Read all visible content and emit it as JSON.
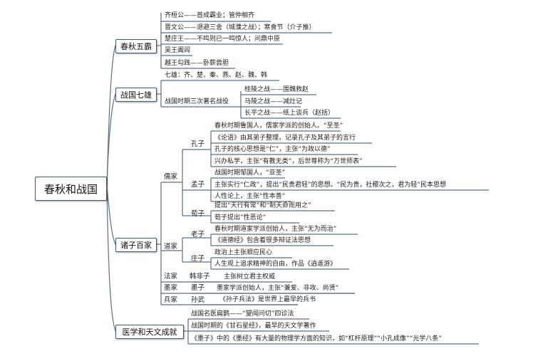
{
  "root": "春秋和战国",
  "branches": {
    "chunqiu": {
      "label": "春秋五霸",
      "items": [
        "齐桓公——首成霸业；管仲相齐",
        "晋文公——退避三舍（城濮之战）；寒食节（介子推）",
        "楚庄王——不鸣则已一鸣惊人；问鼎中原",
        "吴王阖闾",
        "越王勾践——卧薪尝胆"
      ]
    },
    "zhanguo": {
      "label": "战国七雄",
      "states": "七雄：齐、楚、秦、燕、赵、魏、韩",
      "battles_label": "战国时期三次著名战役",
      "battles": [
        "桂陵之战——围魏救赵",
        "马陵之战——减灶记",
        "长平之战——纸上谈兵（赵括）"
      ]
    },
    "zhuzi": {
      "label": "诸子百家",
      "rujia": {
        "label": "儒家",
        "kongzi": {
          "label": "孔子",
          "items": [
            "春秋时期鲁国人，儒家学派的创始人。“至圣”",
            "《论语》由其弟子整理，记录孔子及其弟子的言行",
            "孔子的核心思想是“仁”，主张“为政以德”",
            "兴办私学，主张“有教无类”，后世尊称为“万世师表”"
          ]
        },
        "mengzi": {
          "label": "孟子",
          "items": [
            "战国时期邹国人，“亚圣”",
            "主张实行“仁政”，提出“民贵君轻”的思想。“民为贵，社稷次之，君为轻”民本思想",
            "人性论上，主张“性本善”"
          ]
        },
        "xunzi": {
          "label": "荀子",
          "items": [
            "提出“天行有常”和“制天命而用之”",
            "荀子提出”性恶论“"
          ]
        }
      },
      "daojia": {
        "label": "道家",
        "laozi": {
          "label": "老子",
          "items": [
            "春秋时期道家学派创始人，主张“无为而治”",
            "《道德经》包含着很多辩证法思想"
          ]
        },
        "zhuangzi": {
          "label": "庄子",
          "items": [
            "政治上主张顺应民心",
            "人生观上追求精神的自由，作品《逍遥游》"
          ]
        }
      },
      "fajia": {
        "label": "法家",
        "person": "韩非子",
        "item": "主张树立君主权威"
      },
      "mojia": {
        "label": "墨家",
        "person": "墨子",
        "item": "墨家学派创始人，主张“兼爱、非攻、尚贤”"
      },
      "bingjia": {
        "label": "兵家",
        "person": "孙武",
        "item": "《孙子兵法》是世界上最早的兵书"
      }
    },
    "yixue": {
      "label": "医学和天文成就",
      "items": [
        "战国名医扁鹊——“望闻问切”四诊法",
        "战国时期的《甘石星经》，最早的天文学著作",
        "《墨子》中的《墨经》有大量的物理学方面的知识，如“杠杆原理”“小孔成像”“光学八条”"
      ]
    }
  }
}
